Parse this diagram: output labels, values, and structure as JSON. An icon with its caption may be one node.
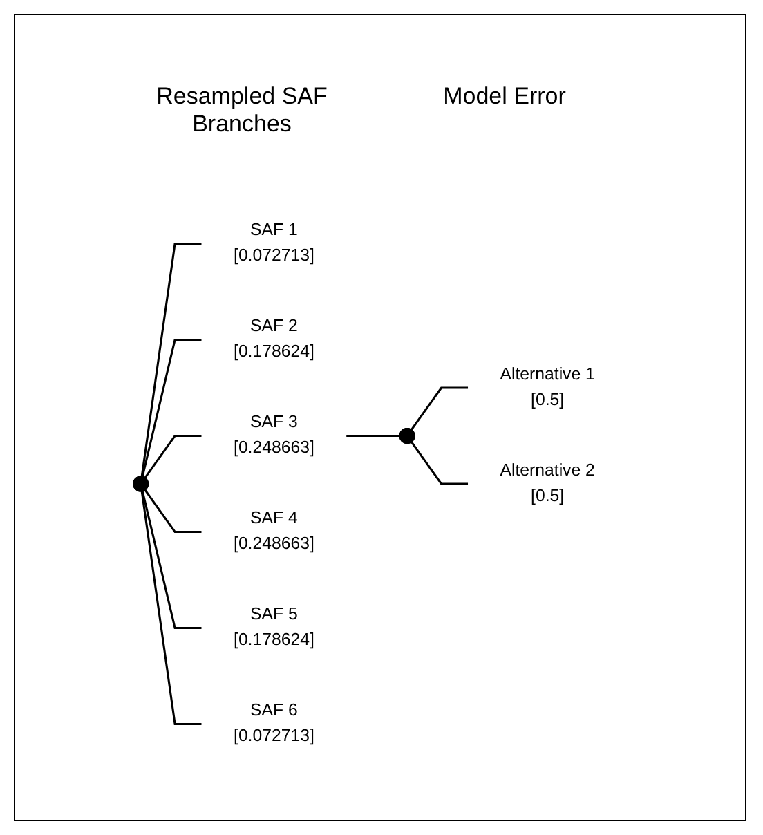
{
  "diagram": {
    "nodes": [
      {
        "text": [],
        "shape": "circle"
      },
      {
        "text": [
          "SAF 1",
          "[0.072713]"
        ]
      },
      {
        "text": [
          "SAF 2",
          "[0.178624]"
        ]
      },
      {
        "text": [
          "SAF 3",
          "[0.248663]"
        ]
      },
      {
        "text": [
          "SAF 4",
          "[0.248663]"
        ]
      },
      {
        "text": [
          "SAF 5",
          "[0.178624]"
        ]
      },
      {
        "text": [
          "SAF 6",
          "[0.072713]"
        ]
      },
      {
        "text": [],
        "shape": "circle"
      },
      {
        "text": [
          "Alternative 1",
          "[0.5]"
        ]
      },
      {
        "text": [
          "Alternative 2",
          "[0.5]"
        ]
      }
    ],
    "edges": [
      {
        "from": 0,
        "to": 1,
        "arrow": "none"
      },
      {
        "from": 0,
        "to": 2,
        "arrow": "none"
      },
      {
        "from": 0,
        "to": 3,
        "arrow": "none"
      },
      {
        "from": 0,
        "to": 4,
        "arrow": "none"
      },
      {
        "from": 0,
        "to": 5,
        "arrow": "none"
      },
      {
        "from": 0,
        "to": 6,
        "arrow": "none"
      },
      {
        "from": 3,
        "to": 7,
        "arrow": "none"
      },
      {
        "from": 7,
        "to": 8,
        "arrow": "none"
      },
      {
        "from": 7,
        "to": 9,
        "arrow": "none"
      }
    ],
    "labels": [
      "Resampled SAF Branches",
      "Model Error"
    ]
  }
}
